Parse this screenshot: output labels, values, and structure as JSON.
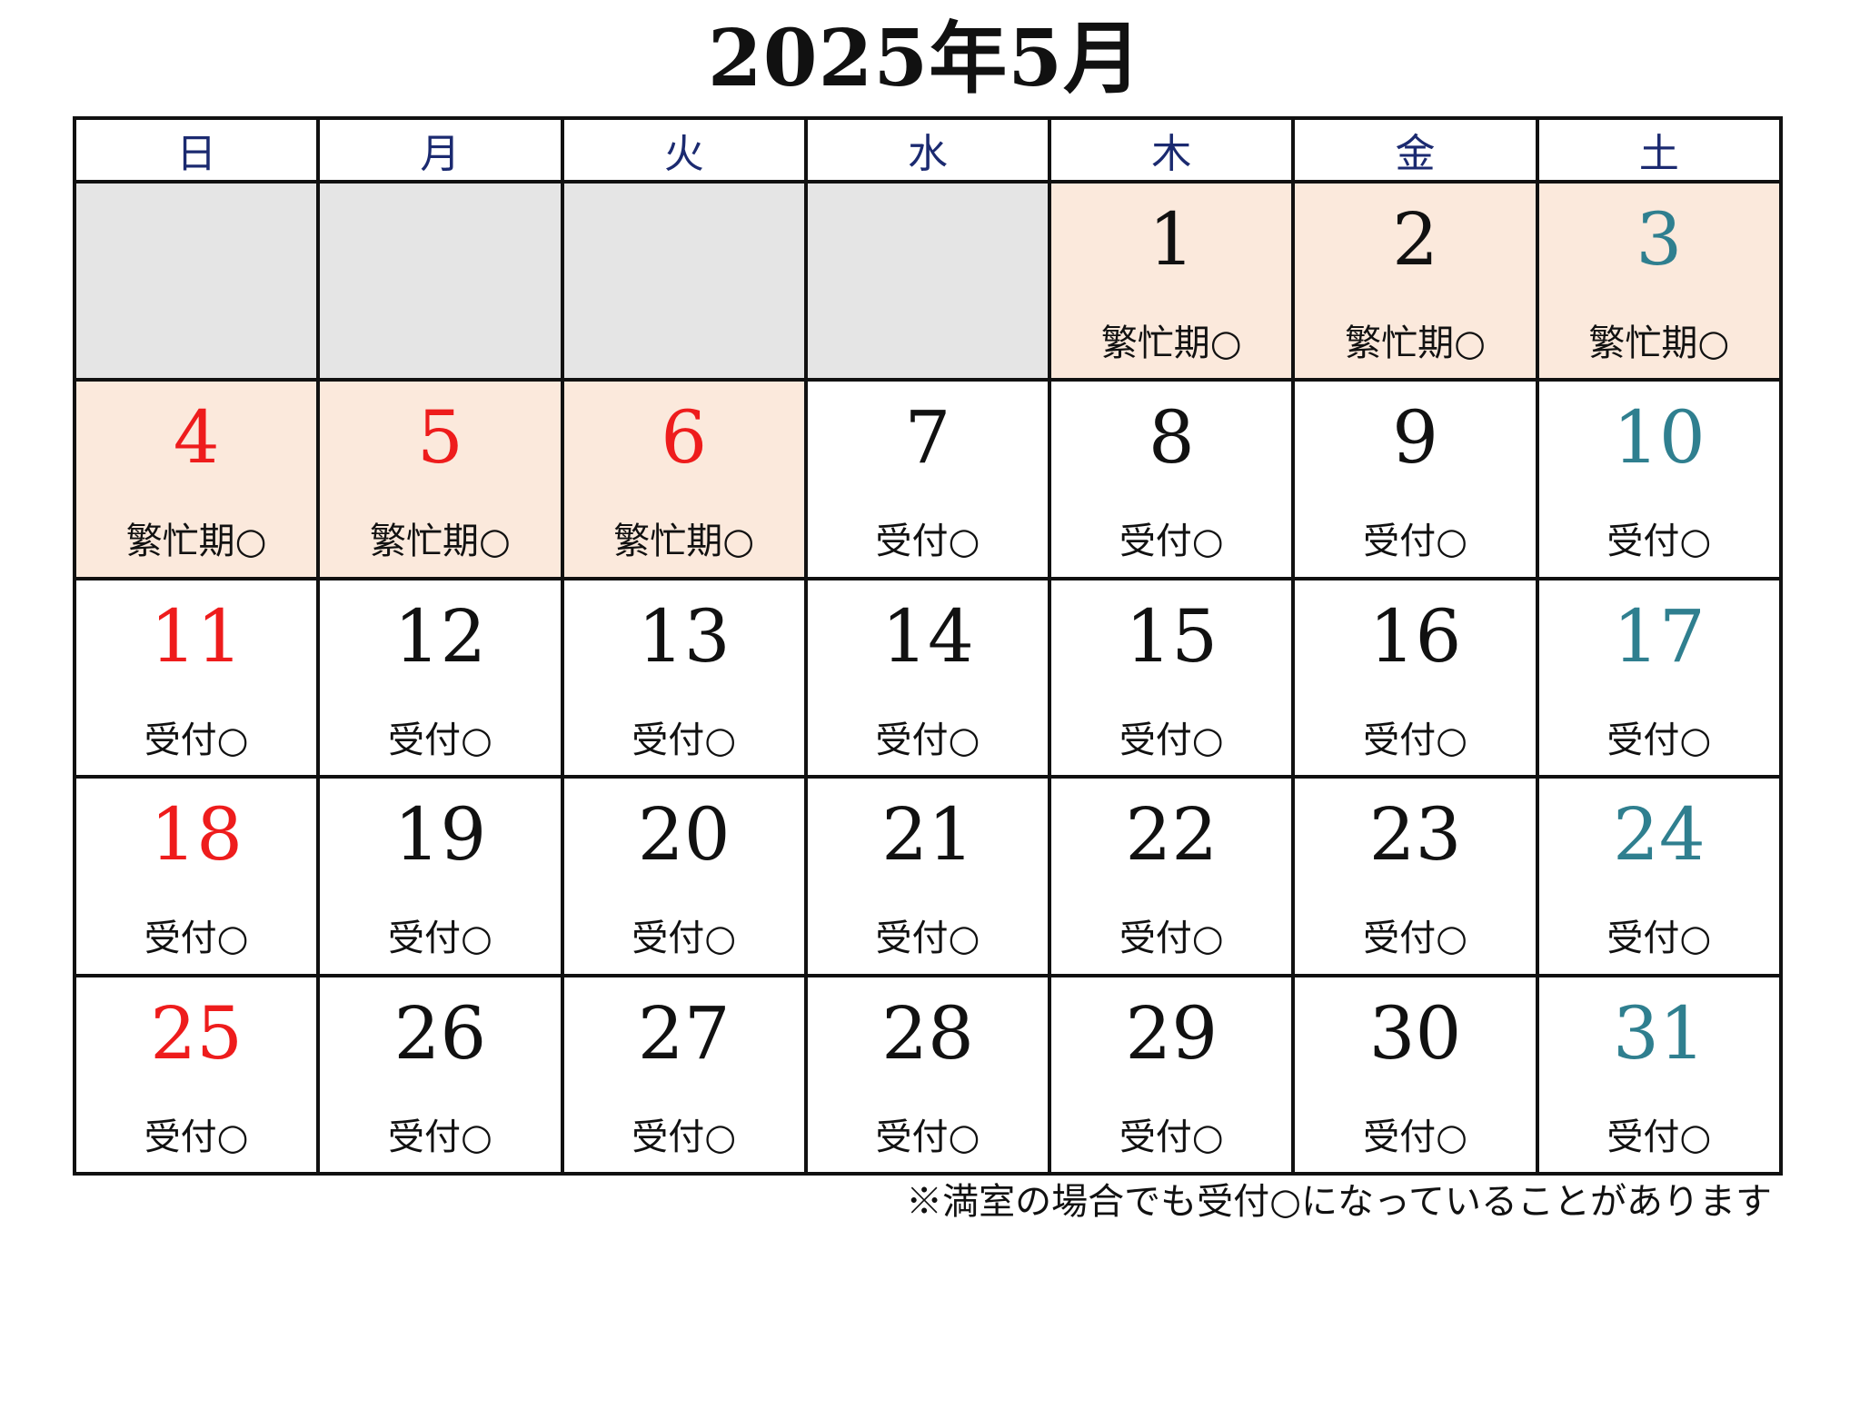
{
  "title": "2025年5月",
  "weekdays": [
    "日",
    "月",
    "火",
    "水",
    "木",
    "金",
    "土"
  ],
  "weeks": [
    [
      {
        "day": "",
        "status": ""
      },
      {
        "day": "",
        "status": ""
      },
      {
        "day": "",
        "status": ""
      },
      {
        "day": "",
        "status": ""
      },
      {
        "day": "1",
        "status": "繁忙期○"
      },
      {
        "day": "2",
        "status": "繁忙期○"
      },
      {
        "day": "3",
        "status": "繁忙期○"
      }
    ],
    [
      {
        "day": "4",
        "status": "繁忙期○"
      },
      {
        "day": "5",
        "status": "繁忙期○"
      },
      {
        "day": "6",
        "status": "繁忙期○"
      },
      {
        "day": "7",
        "status": "受付○"
      },
      {
        "day": "8",
        "status": "受付○"
      },
      {
        "day": "9",
        "status": "受付○"
      },
      {
        "day": "10",
        "status": "受付○"
      }
    ],
    [
      {
        "day": "11",
        "status": "受付○"
      },
      {
        "day": "12",
        "status": "受付○"
      },
      {
        "day": "13",
        "status": "受付○"
      },
      {
        "day": "14",
        "status": "受付○"
      },
      {
        "day": "15",
        "status": "受付○"
      },
      {
        "day": "16",
        "status": "受付○"
      },
      {
        "day": "17",
        "status": "受付○"
      }
    ],
    [
      {
        "day": "18",
        "status": "受付○"
      },
      {
        "day": "19",
        "status": "受付○"
      },
      {
        "day": "20",
        "status": "受付○"
      },
      {
        "day": "21",
        "status": "受付○"
      },
      {
        "day": "22",
        "status": "受付○"
      },
      {
        "day": "23",
        "status": "受付○"
      },
      {
        "day": "24",
        "status": "受付○"
      }
    ],
    [
      {
        "day": "25",
        "status": "受付○"
      },
      {
        "day": "26",
        "status": "受付○"
      },
      {
        "day": "27",
        "status": "受付○"
      },
      {
        "day": "28",
        "status": "受付○"
      },
      {
        "day": "29",
        "status": "受付○"
      },
      {
        "day": "30",
        "status": "受付○"
      },
      {
        "day": "31",
        "status": "受付○"
      }
    ]
  ],
  "footnote": "※満室の場合でも受付○になっていることがあります",
  "colors": {
    "sunday": "#ee1c1c",
    "saturday": "#2f7f8f",
    "weekday_header": "#1b2a70",
    "busy_bg": "#fbe9dc",
    "empty_bg": "#e5e5e5"
  }
}
